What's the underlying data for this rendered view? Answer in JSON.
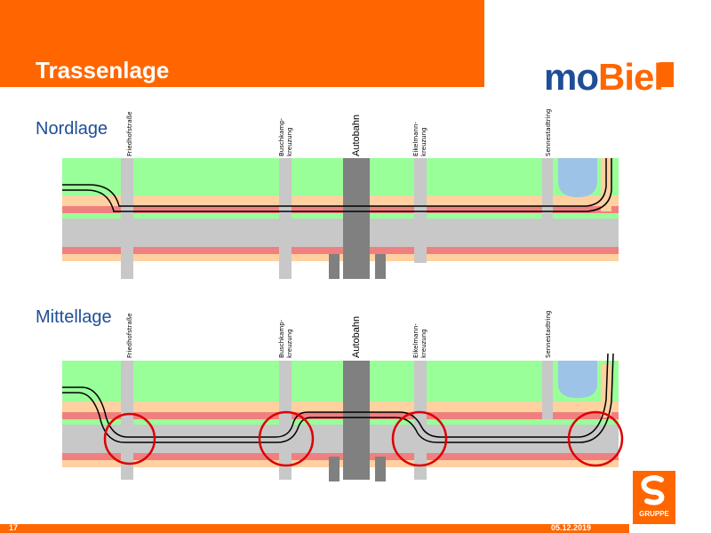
{
  "slide": {
    "title": "Trassenlage",
    "page_number": "17",
    "date": "05.12.2019"
  },
  "logo": {
    "part1": "mo",
    "part2": "Biel"
  },
  "gruppe_logo": {
    "text": "GRUPPE",
    "icon": "s-logo-icon"
  },
  "colors": {
    "orange": "#ff6600",
    "blue": "#1f4e97",
    "green": "#99ff99",
    "road_gray": "#c8c8c8",
    "autobahn_gray": "#808080",
    "peach": "#ffd0a0",
    "red_band": "#f08080",
    "water": "#9dc3e6",
    "circle_red": "#dd0000"
  },
  "sections": {
    "nordlage": {
      "label": "Nordlage"
    },
    "mittellage": {
      "label": "Mittellage"
    }
  },
  "streets": {
    "friedhofstrasse": "Friedhofstraße",
    "buschkamp_1": "Buschkamp-",
    "buschkamp_2": "kreuzung",
    "autobahn": "Autobahn",
    "eikelmann_1": "Eikelmann-",
    "eikelmann_2": "kreuzung",
    "sennestadtring": "Sennestadtring"
  }
}
